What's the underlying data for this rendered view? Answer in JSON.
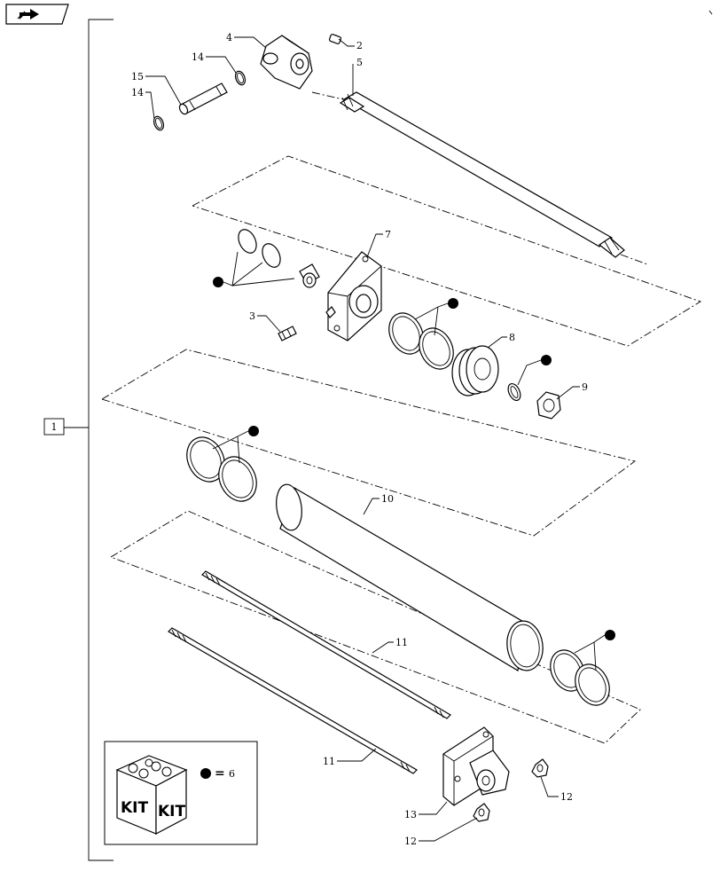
{
  "labels": {
    "p1": "1",
    "p2": "2",
    "p3": "3",
    "p4": "4",
    "p5": "5",
    "p6": "6",
    "p7": "7",
    "p8": "8",
    "p9": "9",
    "p10": "10",
    "p11a": "11",
    "p11b": "11",
    "p12a": "12",
    "p12b": "12",
    "p13": "13",
    "p14a": "14",
    "p14b": "14",
    "p15": "15"
  },
  "kit": {
    "text_left": "KIT",
    "text_right": "KIT",
    "equals": "=",
    "ref": "6"
  },
  "icons": {
    "nav": "forward-arrow-icon",
    "kit": "kit-box-icon",
    "bullet": "filled-dot-icon"
  }
}
